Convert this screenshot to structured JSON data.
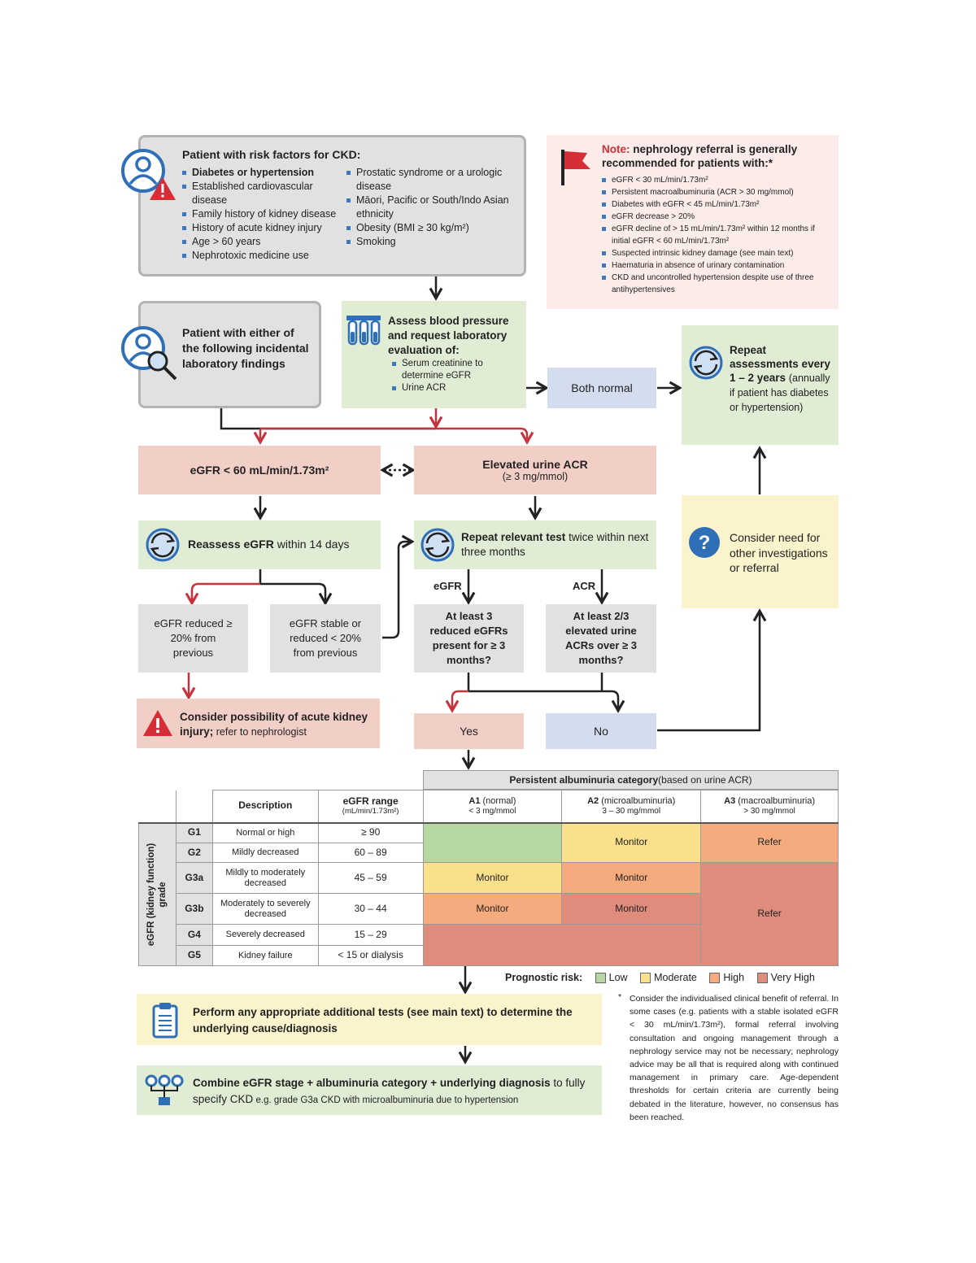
{
  "colors": {
    "arrow_red": "#c8323c",
    "arrow_black": "#222222",
    "bullet_blue": "#3b78c0",
    "low": "#b7d7a0",
    "moderate": "#fbe08c",
    "high": "#f5ab7e",
    "very_high": "#e08c7c"
  },
  "icons": [
    "person-warning-icon",
    "red-flag-icon",
    "test-tubes-icon",
    "person-search-icon",
    "repeat-cycle-icon",
    "question-icon",
    "warning-icon",
    "clipboard-icon",
    "hierarchy-icon"
  ],
  "risk_box": {
    "title": "Patient with risk factors for CKD:",
    "col1": [
      "Diabetes or hypertension",
      "Established cardiovascular disease",
      "Family history of kidney disease",
      "History of acute kidney injury",
      "Age > 60 years",
      "Nephrotoxic medicine use"
    ],
    "col2": [
      "Prostatic syndrome or a urologic disease",
      "Māori, Pacific or South/Indo Asian ethnicity",
      "Obesity (BMI ≥ 30 kg/m²)",
      "Smoking"
    ]
  },
  "note": {
    "label": "Note:",
    "title": " nephrology referral is generally recommended for patients with:*",
    "items": [
      "eGFR < 30 mL/min/1.73m²",
      "Persistent macroalbuminuria (ACR > 30 mg/mmol)",
      "Diabetes with eGFR < 45 mL/min/1.73m²",
      "eGFR decrease > 20%",
      "eGFR decline of > 15 mL/min/1.73m² within 12 months if initial eGFR < 60 mL/min/1.73m²",
      "Suspected intrinsic kidney damage (see main text)",
      "Haematuria in absence of urinary contamination",
      "CKD and uncontrolled hypertension despite use of three antihypertensives"
    ]
  },
  "incidental": "Patient with either of the following incidental laboratory findings",
  "assess": {
    "title": "Assess blood pressure and request laboratory evaluation of:",
    "items": [
      "Serum creatinine to determine eGFR",
      "Urine ACR"
    ]
  },
  "both_normal": "Both normal",
  "repeat_assess": {
    "bold": "Repeat assessments every 1 – 2 years",
    "normal": "(annually if patient has diabetes or hypertension)"
  },
  "egfr_low": "eGFR < 60 mL/min/1.73m²",
  "acr_high": {
    "title": "Elevated urine ACR",
    "sub": "(≥ 3 mg/mmol)"
  },
  "reassess": {
    "bold": "Reassess eGFR",
    "normal": " within 14 days"
  },
  "repeat_test": {
    "bold": "Repeat relevant test",
    "normal": " twice within next three months"
  },
  "label_egfr": "eGFR",
  "label_acr": "ACR",
  "reduced": "eGFR reduced ≥ 20% from previous",
  "stable": "eGFR stable or reduced < 20% from previous",
  "q_egfr": "At least 3 reduced eGFRs present for ≥ 3 months?",
  "q_acr": "At least 2/3 elevated urine ACRs over ≥ 3 months?",
  "consider": "Consider need for other investigations or referral",
  "aki": {
    "bold": "Consider possibility of acute kidney injury;",
    "normal": " refer to nephrologist"
  },
  "yes": "Yes",
  "no": "No",
  "table": {
    "albu_head_bold": "Persistent albuminuria category",
    "albu_head_normal": " (based on urine ACR)",
    "h_desc": "Description",
    "h_range": "eGFR range",
    "h_range_unit": "(mL/min/1.73m²)",
    "a1": {
      "code": "A1",
      "name": " (normal)",
      "range": "< 3 mg/mmol"
    },
    "a2": {
      "code": "A2",
      "name": " (microalbuminuria)",
      "range": "3 – 30 mg/mmol"
    },
    "a3": {
      "code": "A3",
      "name": " (macroalbuminuria)",
      "range": "> 30 mg/mmol"
    },
    "side_label": "eGFR (kidney function) grade",
    "rows": [
      {
        "g": "G1",
        "desc": "Normal or high",
        "range": "≥ 90"
      },
      {
        "g": "G2",
        "desc": "Mildly decreased",
        "range": "60 – 89"
      },
      {
        "g": "G3a",
        "desc": "Mildly to moderately decreased",
        "range": "45 – 59"
      },
      {
        "g": "G3b",
        "desc": "Moderately to severely decreased",
        "range": "30 – 44"
      },
      {
        "g": "G4",
        "desc": "Severely decreased",
        "range": "15 – 29"
      },
      {
        "g": "G5",
        "desc": "Kidney failure",
        "range": "< 15 or dialysis"
      }
    ],
    "monitor": "Monitor",
    "refer": "Refer"
  },
  "legend": {
    "label": "Prognostic risk:",
    "low": "Low",
    "moderate": "Moderate",
    "high": "High",
    "very_high": "Very High"
  },
  "perform": "Perform any appropriate additional tests (see main text) to determine the underlying cause/diagnosis",
  "combine": {
    "bold": "Combine eGFR stage + albuminuria category + underlying diagnosis",
    "normal": " to fully specify CKD",
    "example": " e.g. grade G3a CKD with microalbuminuria due to hypertension"
  },
  "footnote": {
    "mark": "*",
    "text": "Consider the individualised clinical benefit of referral. In some cases (e.g. patients with a stable isolated eGFR < 30 mL/min/1.73m²), formal referral involving consultation and ongoing management through a nephrology service may not be necessary; nephrology advice may be all that is required along with continued management in primary care. Age-dependent thresholds for certain criteria are currently being debated in the literature, however, no consensus has been reached."
  }
}
